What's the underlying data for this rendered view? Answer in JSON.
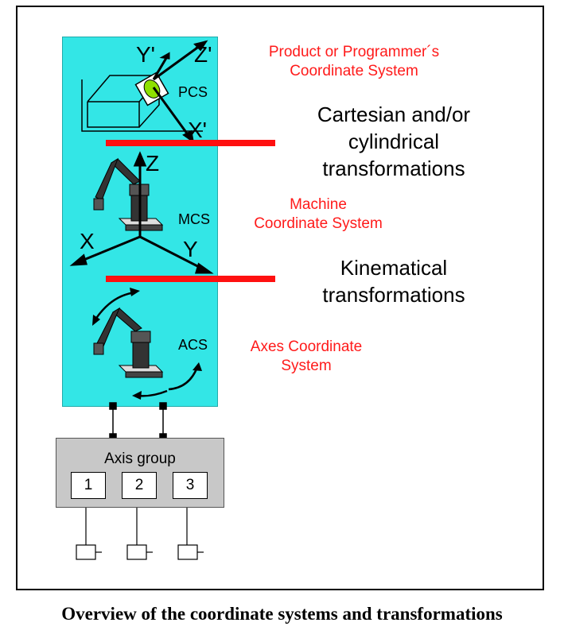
{
  "labels": {
    "pcs_desc": [
      "Product or Programmer´s",
      "Coordinate System"
    ],
    "transform1": [
      "Cartesian and/or",
      "cylindrical",
      "transformations"
    ],
    "mcs_desc": [
      "Machine",
      "Coordinate System"
    ],
    "transform2": [
      "Kinematical",
      "transformations"
    ],
    "acs_desc": [
      "Axes Coordinate",
      "System"
    ]
  },
  "abbrev": {
    "pcs": "PCS",
    "mcs": "MCS",
    "acs": "ACS"
  },
  "axes": {
    "pcs_y": "Y'",
    "pcs_z": "Z'",
    "pcs_x": "X'",
    "mcs_z": "Z",
    "mcs_x": "X",
    "mcs_y": "Y"
  },
  "axis_group": {
    "title": "Axis group",
    "axes": [
      "1",
      "2",
      "3"
    ]
  },
  "caption": "Overview of the coordinate systems and transformations",
  "colors": {
    "panel": "#33e6e6",
    "accent_red": "#ff1a1a",
    "transform_bar": "#ff1010",
    "robot": "#333333",
    "box_gray": "#c8c8c8"
  }
}
